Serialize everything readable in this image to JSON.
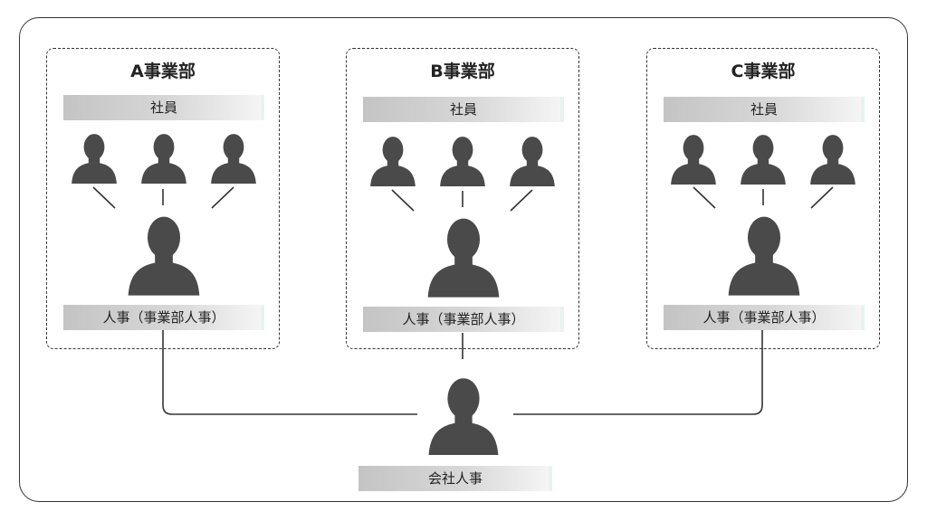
{
  "departments": [
    {
      "title": "A事業部",
      "staff_label": "社員",
      "hr_label": "人事（事業部人事）"
    },
    {
      "title": "B事業部",
      "staff_label": "社員",
      "hr_label": "人事（事業部人事）"
    },
    {
      "title": "C事業部",
      "staff_label": "社員",
      "hr_label": "人事（事業部人事）"
    }
  ],
  "company_hr_label": "会社人事",
  "colors": {
    "person": "#4a4a4a",
    "line": "#333333",
    "label_bar": "#cfcfcf"
  },
  "icons": {
    "person": "person-silhouette-icon"
  }
}
